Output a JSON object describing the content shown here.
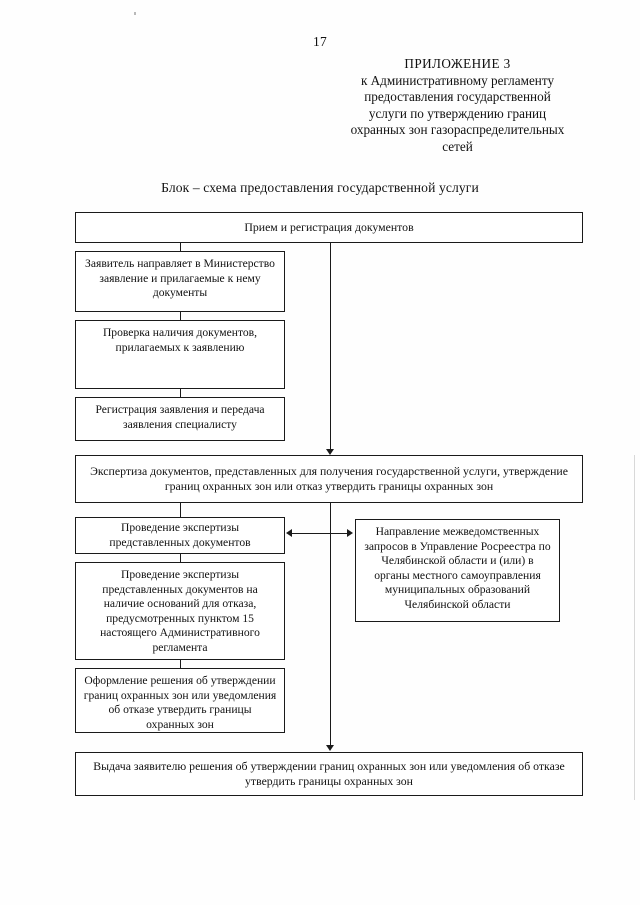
{
  "document": {
    "page_number": "17",
    "appendix": {
      "line1": "ПРИЛОЖЕНИЕ 3",
      "line2": "к Административному регламенту",
      "line3": "предоставления государственной",
      "line4": "услуги по утверждению границ",
      "line5": "охранных зон газораспределительных",
      "line6": "сетей"
    },
    "scheme_title": "Блок – схема предоставления государственной услуги"
  },
  "flowchart": {
    "nodes": {
      "intake": "Прием и регистрация документов",
      "applicant_submits": "Заявитель направляет в Министерство заявление и прилагаемые к нему документы",
      "check_documents": "Проверка наличия документов, прилагаемых к заявлению",
      "register_application": "Регистрация заявления и передача заявления специалисту",
      "expertise": "Экспертиза документов, представленных для получения государственной услуги, утверждение границ охранных зон или отказ утвердить границы охранных зон",
      "conduct_expertise": "Проведение экспертизы представленных документов",
      "interagency_requests": "Направление межведомственных запросов в Управление Росреестра по Челябинской области и (или) в органы местного самоуправления муниципальных образований Челябинской области",
      "refusal_grounds": "Проведение экспертизы представленных документов на наличие оснований для отказа, предусмотренных пунктом 15 настоящего Административного регламента",
      "decision_drafting": "Оформление решения об утверждении границ охранных зон или уведомления об отказе утвердить границы охранных зон",
      "issue_decision": "Выдача заявителю решения об утверждении границ охранных зон или уведомления об отказе утвердить границы охранных зон"
    }
  },
  "colors": {
    "ink": "#1a1a1a",
    "paper": "#fefefe"
  }
}
